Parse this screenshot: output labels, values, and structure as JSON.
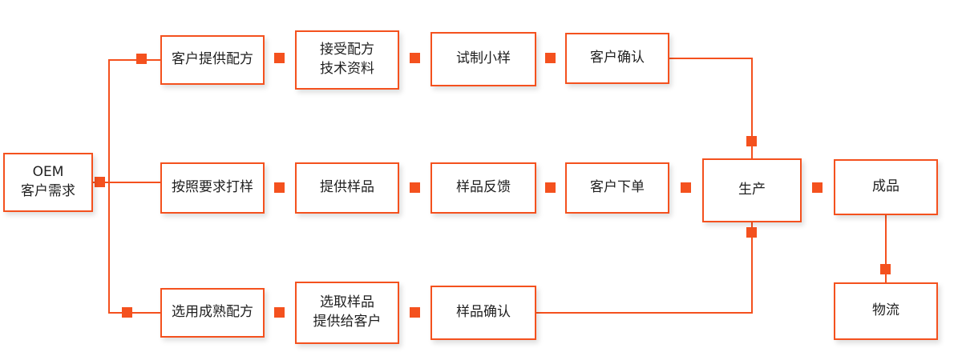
{
  "colors": {
    "accent": "#f4511e",
    "text": "#1f1f1f"
  },
  "nodes": {
    "oem": {
      "label": "OEM\n客户需求"
    },
    "provide_formula": {
      "label": "客户提供配方"
    },
    "accept_formula": {
      "label": "接受配方\n技术资料"
    },
    "trial_sample": {
      "label": "试制小样"
    },
    "customer_confirm": {
      "label": "客户确认"
    },
    "sample_request": {
      "label": "按照要求打样"
    },
    "provide_sample": {
      "label": "提供样品"
    },
    "sample_feedback": {
      "label": "样品反馈"
    },
    "customer_order": {
      "label": "客户下单"
    },
    "production": {
      "label": "生产"
    },
    "finished": {
      "label": "成品"
    },
    "mature_formula": {
      "label": "选用成熟配方"
    },
    "select_sample": {
      "label": "选取样品\n提供给客户"
    },
    "sample_confirm": {
      "label": "样品确认"
    },
    "logistics": {
      "label": "物流"
    }
  }
}
